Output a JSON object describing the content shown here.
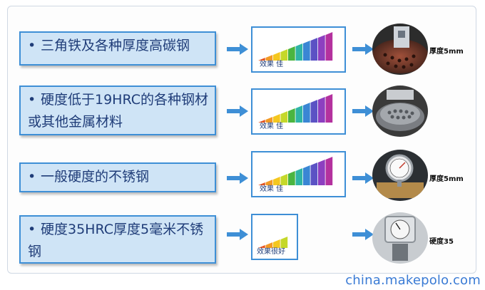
{
  "rows": [
    {
      "label": "三角铁及各种厚度高碳钢",
      "meter_label": "效果    佳",
      "meter_level": 1.0,
      "caption": "厚度5mm",
      "photo": "metal-perforated-photo"
    },
    {
      "label": "硬度低于19HRC的各种钢材或其他金属材料",
      "meter_label": "效果    佳",
      "meter_level": 1.0,
      "caption": "",
      "photo": "metal-disc-photo"
    },
    {
      "label": "一般硬度的不锈钢",
      "meter_label": "效果    佳",
      "meter_level": 1.0,
      "caption": "厚度5mm",
      "photo": "dial-gauge-photo"
    },
    {
      "label": "硬度35HRC厚度5毫米不锈钢",
      "meter_label": "效果很好",
      "meter_level": 0.4,
      "caption": "硬度35",
      "photo": "hardness-tester-photo"
    }
  ],
  "colors": {
    "accent": "#3e8fd6",
    "label_bg": "#cfe4f6",
    "label_text": "#1f3c78",
    "meter": [
      "#e8551f",
      "#f29a25",
      "#f4c71f",
      "#c5d82a",
      "#4bb540",
      "#2fb4a6",
      "#3a86d4",
      "#5b52c4",
      "#8d3fc0",
      "#b4319e"
    ]
  },
  "watermark": "china.makepolo.com"
}
